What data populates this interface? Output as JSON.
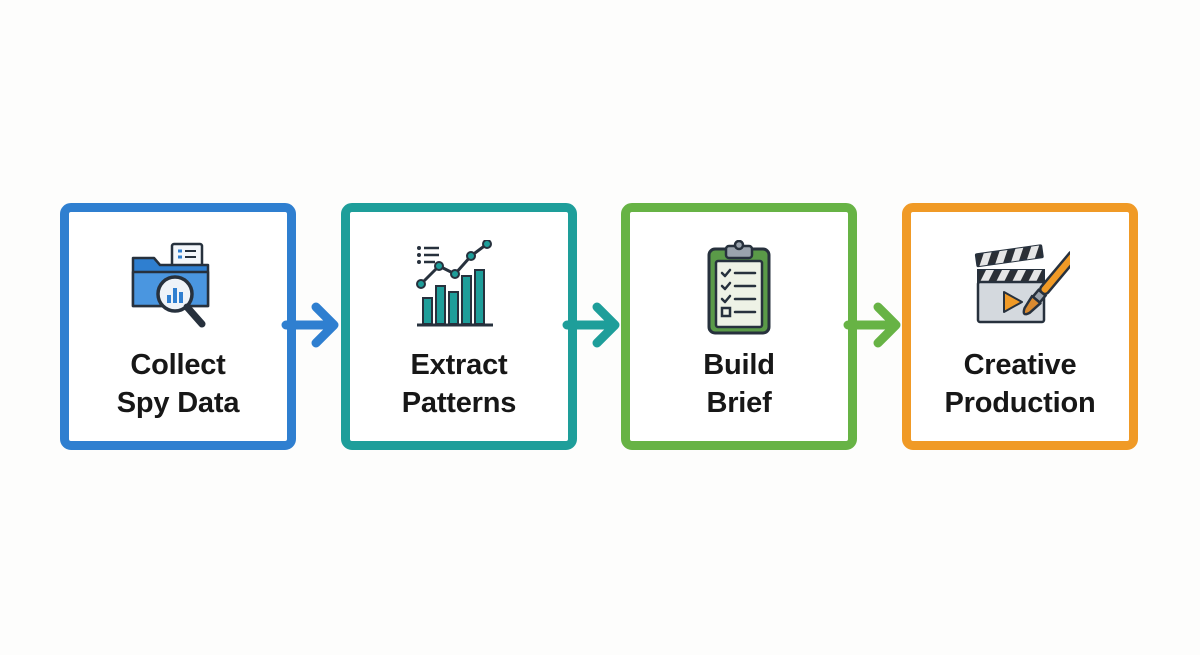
{
  "diagram": {
    "steps": [
      {
        "id": "collect-spy-data",
        "line1": "Collect",
        "line2": "Spy Data",
        "color": "#2f7fd0",
        "icon": "folder-search-icon"
      },
      {
        "id": "extract-patterns",
        "line1": "Extract",
        "line2": "Patterns",
        "color": "#1e9e9a",
        "icon": "bar-chart-trend-icon"
      },
      {
        "id": "build-brief",
        "line1": "Build",
        "line2": "Brief",
        "color": "#67b345",
        "icon": "clipboard-checklist-icon"
      },
      {
        "id": "creative-production",
        "line1": "Creative",
        "line2": "Production",
        "color": "#f09a26",
        "icon": "clapperboard-paintbrush-icon"
      }
    ],
    "connectors": [
      {
        "from": "Collect Spy Data",
        "to": "Extract Patterns",
        "color": "#2f7fd0",
        "icon": "arrow-right-icon"
      },
      {
        "from": "Extract Patterns",
        "to": "Build Brief",
        "color": "#1e9e9a",
        "icon": "arrow-right-icon"
      },
      {
        "from": "Build Brief",
        "to": "Creative Production",
        "color": "#67b345",
        "icon": "arrow-right-icon"
      }
    ]
  }
}
